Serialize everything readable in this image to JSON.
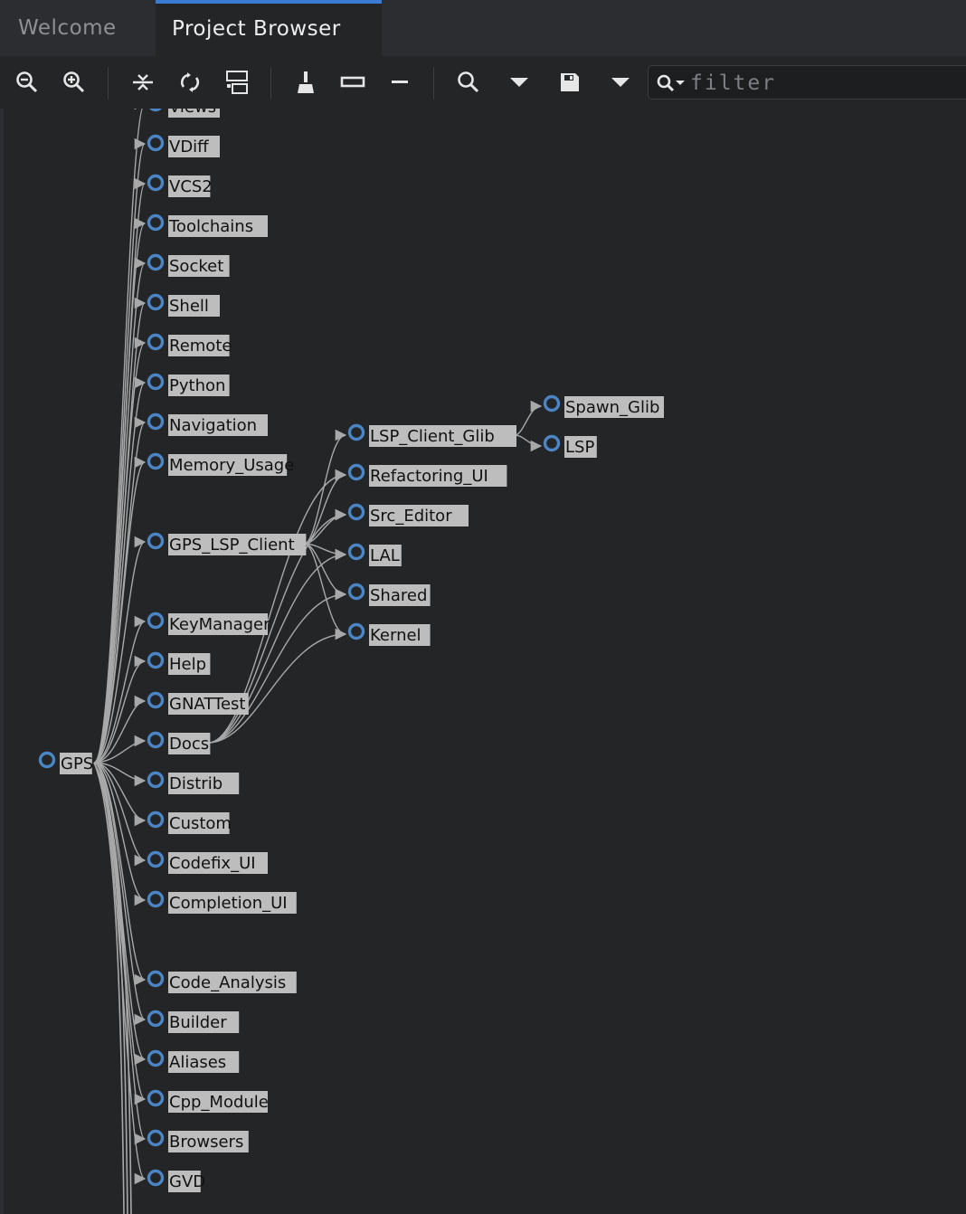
{
  "tabs": [
    {
      "label": "Welcome",
      "active": false
    },
    {
      "label": "Project Browser",
      "active": true
    }
  ],
  "toolbar": {
    "buttons": [
      {
        "name": "zoom-out-icon"
      },
      {
        "name": "zoom-in-icon"
      },
      {
        "name": "zoom-fit-icon"
      },
      {
        "name": "refresh-icon"
      },
      {
        "name": "layout-icon"
      },
      {
        "name": "clear-icon"
      },
      {
        "name": "box-icon"
      },
      {
        "name": "minus-icon"
      },
      {
        "name": "search-icon"
      },
      {
        "name": "chevron-down-icon"
      },
      {
        "name": "save-icon"
      },
      {
        "name": "chevron-down-icon"
      }
    ],
    "filter_placeholder": "filter"
  },
  "colors": {
    "background": "#232527",
    "node_circle": "#4a86c5",
    "label_bg": "#bdbdbd",
    "label_text": "#111111",
    "edge": "#a8a8a8",
    "active_tab_accent": "#3b7bd3"
  },
  "graph": {
    "root": "GPS",
    "column1": [
      "Views",
      "VDiff",
      "VCS2",
      "Toolchains",
      "Socket",
      "Shell",
      "Remote",
      "Python",
      "Navigation",
      "Memory_Usage",
      "GPS_LSP_Client",
      "KeyManager",
      "Help",
      "GNATTest",
      "Docs",
      "Distrib",
      "Custom",
      "Codefix_UI",
      "Completion_UI",
      "Code_Analysis",
      "Builder",
      "Aliases",
      "Cpp_Module",
      "Browsers",
      "GVD"
    ],
    "column2": [
      "LSP_Client_Glib",
      "Refactoring_UI",
      "Src_Editor",
      "LAL",
      "Shared",
      "Kernel"
    ],
    "column3": [
      "Spawn_Glib",
      "LSP"
    ],
    "edges": [
      [
        "GPS_LSP_Client",
        "LSP_Client_Glib"
      ],
      [
        "GPS_LSP_Client",
        "Refactoring_UI"
      ],
      [
        "GPS_LSP_Client",
        "Src_Editor"
      ],
      [
        "GPS_LSP_Client",
        "LAL"
      ],
      [
        "GPS_LSP_Client",
        "Shared"
      ],
      [
        "GPS_LSP_Client",
        "Kernel"
      ],
      [
        "Docs",
        "Refactoring_UI"
      ],
      [
        "Docs",
        "Src_Editor"
      ],
      [
        "Docs",
        "LAL"
      ],
      [
        "Docs",
        "Shared"
      ],
      [
        "Docs",
        "Kernel"
      ],
      [
        "LSP_Client_Glib",
        "Spawn_Glib"
      ],
      [
        "LSP_Client_Glib",
        "LSP"
      ]
    ]
  }
}
